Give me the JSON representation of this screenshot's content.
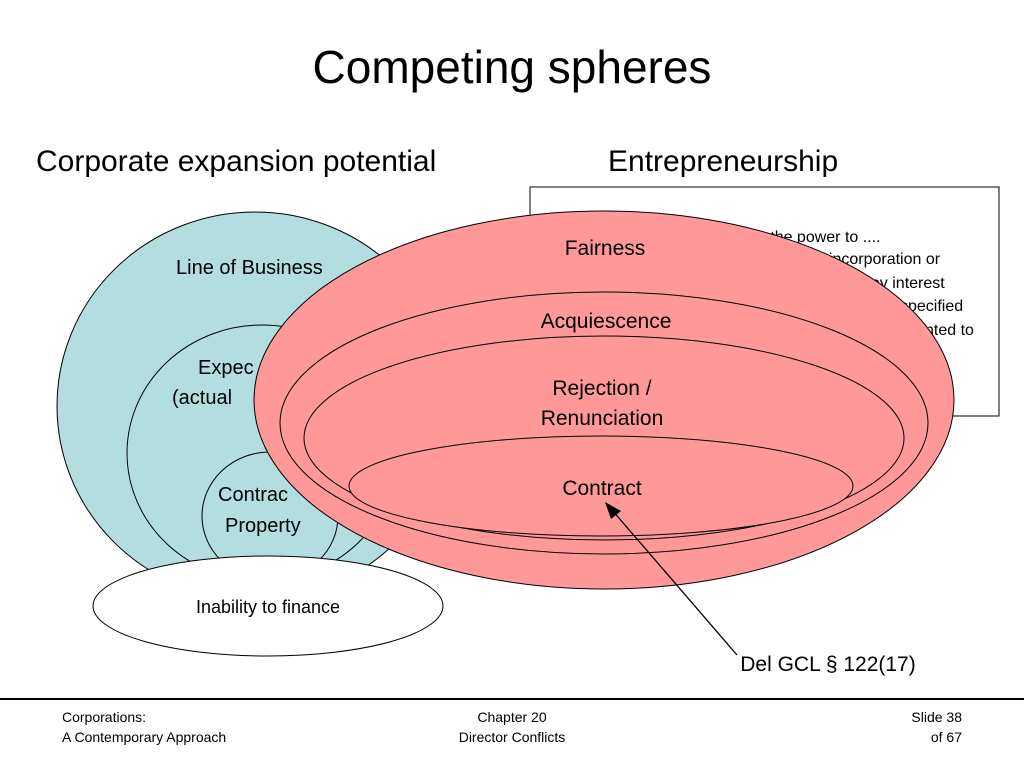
{
  "slide": {
    "title": "Competing spheres",
    "left_heading": "Corporate expansion potential",
    "right_heading": "Entrepreneurship"
  },
  "statute_box": {
    "lines": [
      "has the power to ....",
      "f incorporation or",
      "any interest",
      "specified",
      "nted to"
    ]
  },
  "left_sphere": {
    "outer": "Line of Business",
    "middle_line1": "Expec",
    "middle_line2": "(actual",
    "inner_line1": "Contrac",
    "inner_line2": "Property",
    "bottom": "Inability to finance"
  },
  "right_sphere": {
    "layer1": "Fairness",
    "layer2": "Acquiescence",
    "layer3_line1": "Rejection /",
    "layer3_line2": "Renunciation",
    "layer4": "Contract"
  },
  "callout": {
    "label": "Del GCL § 122(17)"
  },
  "footer": {
    "left_line1": "Corporations:",
    "left_line2": "A Contemporary Approach",
    "center_line1": "Chapter 20",
    "center_line2": "Director Conflicts",
    "right_line1": "Slide 38",
    "right_line2": "of 67"
  },
  "colors": {
    "left_fill": "#b4dde0",
    "right_fill": "#ff9999",
    "stroke": "#000000"
  }
}
